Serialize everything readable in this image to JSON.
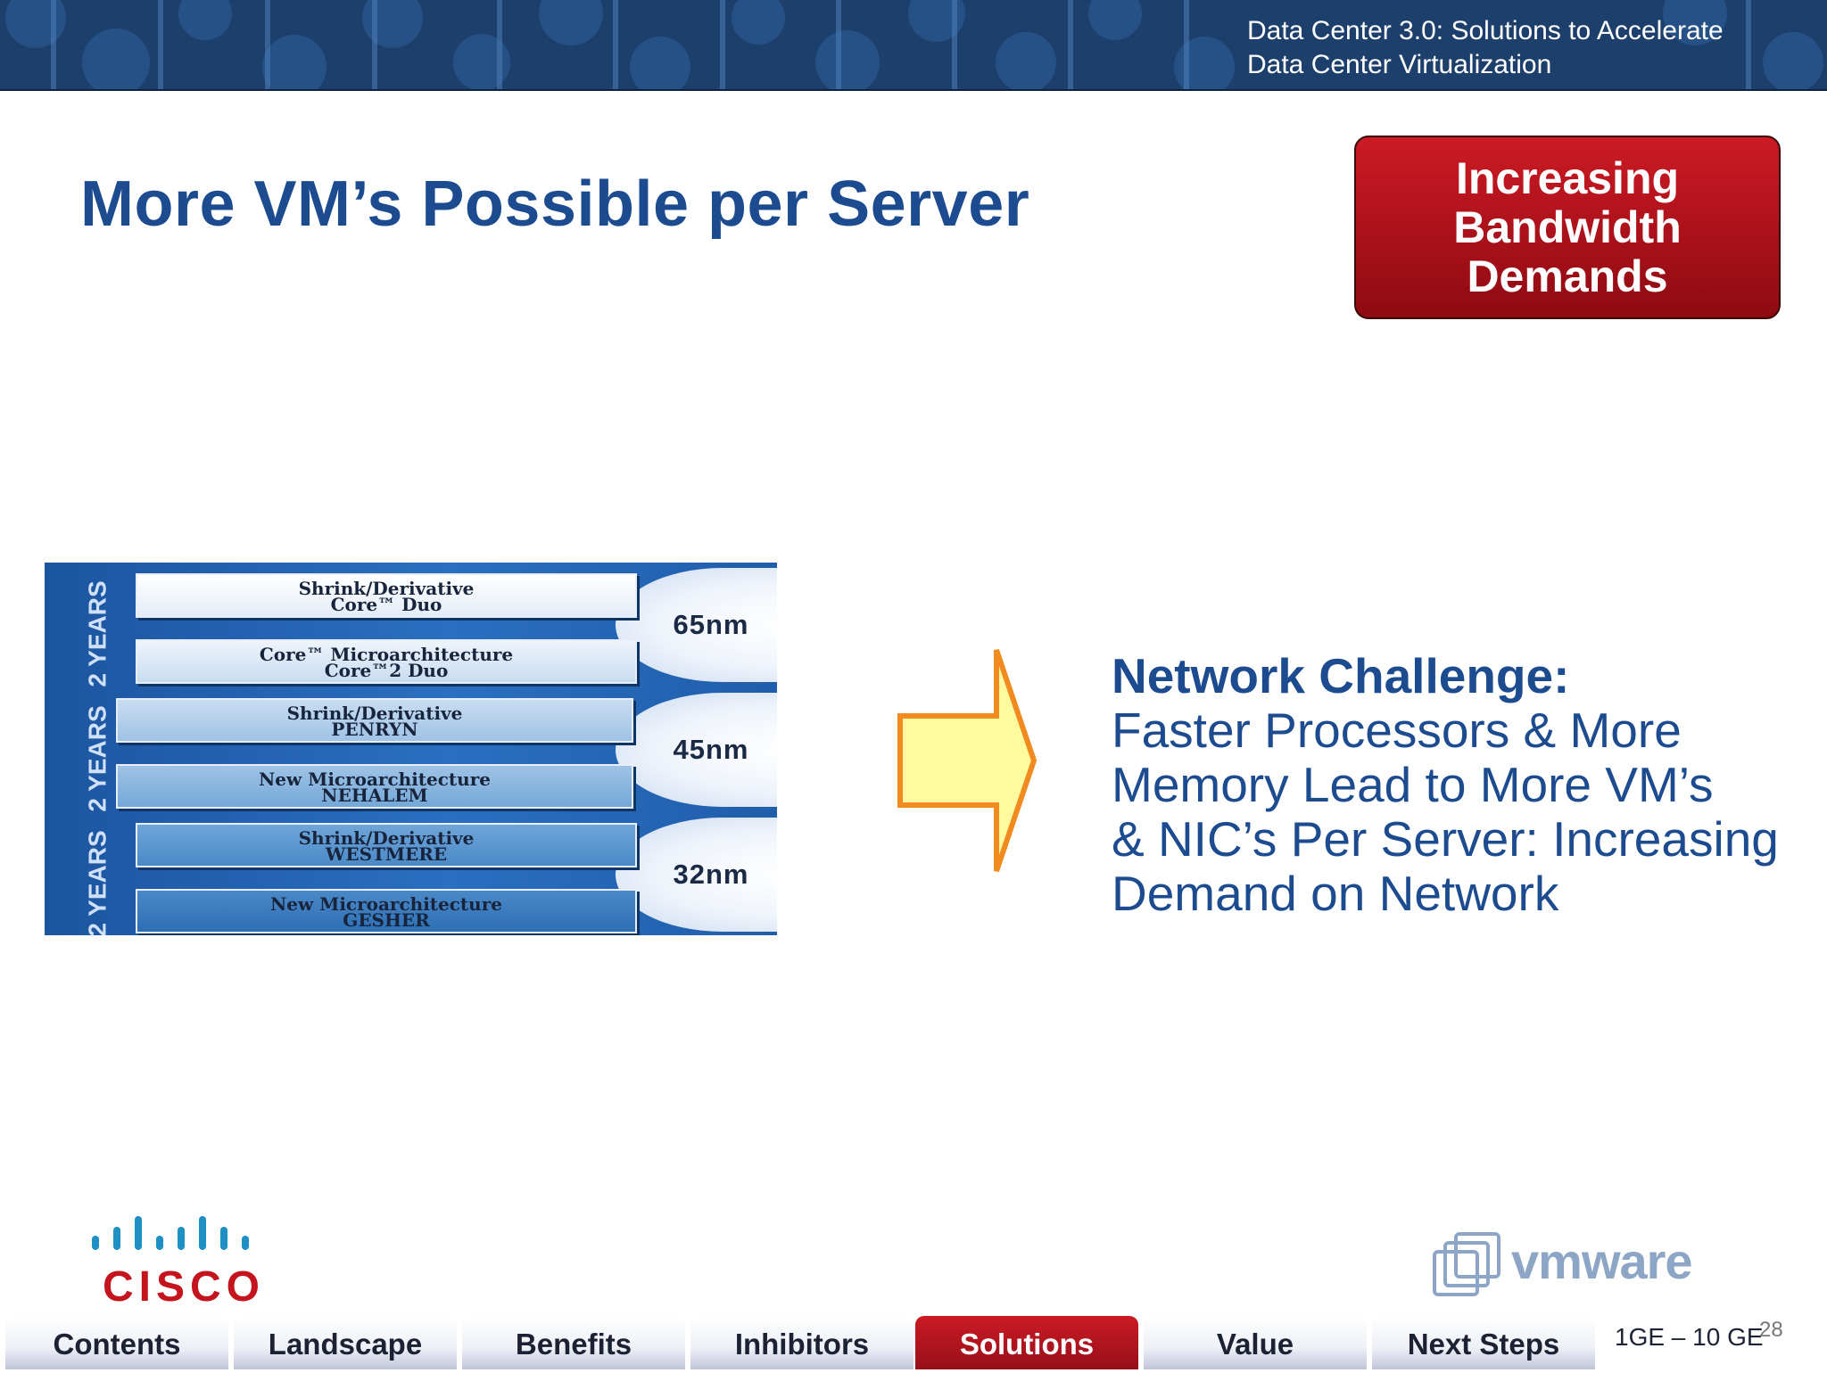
{
  "header": {
    "banner_line1": "Data Center 3.0: Solutions to Accelerate",
    "banner_line2": "Data Center Virtualization"
  },
  "page": {
    "title": "More VM’s Possible per Server",
    "badge_line1": "Increasing",
    "badge_line2": "Bandwidth",
    "badge_line3": "Demands"
  },
  "roadmap": {
    "years_labels": [
      "2 YEARS",
      "2 YEARS",
      "2 YEARS"
    ],
    "nodes": [
      "65nm",
      "45nm",
      "32nm"
    ],
    "bars": [
      {
        "line1": "Shrink/Derivative",
        "line2": "Core™ Duo"
      },
      {
        "line1": "Core™ Microarchitecture",
        "line2": "Core™2 Duo"
      },
      {
        "line1": "Shrink/Derivative",
        "line2": "PENRYN"
      },
      {
        "line1": "New Microarchitecture",
        "line2": "NEHALEM"
      },
      {
        "line1": "Shrink/Derivative",
        "line2": "WESTMERE"
      },
      {
        "line1": "New Microarchitecture",
        "line2": "GESHER"
      }
    ]
  },
  "challenge": {
    "heading": "Network Challenge:",
    "line1": "Faster Processors & More",
    "line2": "Memory Lead to More VM’s",
    "line3": "& NIC’s Per Server: Increasing",
    "line4": "Demand on Network"
  },
  "logos": {
    "cisco": "CISCO",
    "vmware": "vmware"
  },
  "nav": {
    "tabs": [
      "Contents",
      "Landscape",
      "Benefits",
      "Inhibitors",
      "Solutions",
      "Value",
      "Next Steps"
    ],
    "active": "Solutions"
  },
  "footer": {
    "note": "1GE – 10 GE",
    "page_number": "28"
  },
  "colors": {
    "title_blue": "#1d4b8f",
    "accent_red": "#c4141d",
    "banner_blue": "#1d3f6c",
    "arrow_fill": "#fffaa0",
    "arrow_stroke": "#f18a1f"
  }
}
